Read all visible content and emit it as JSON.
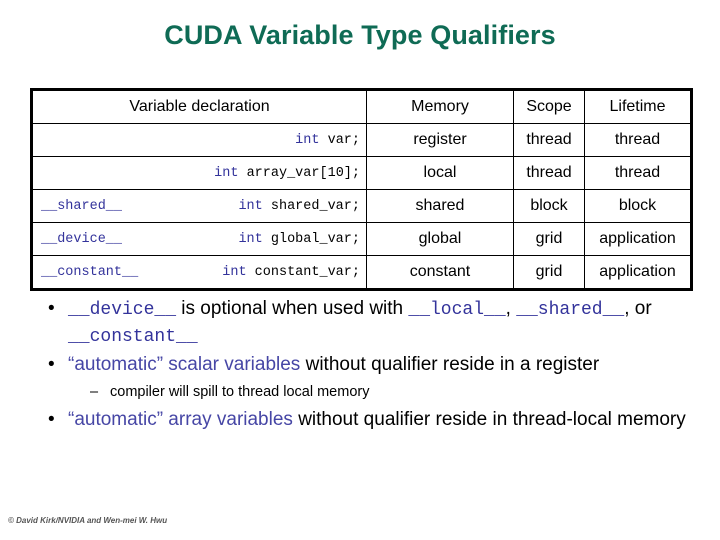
{
  "slide": {
    "title": "CUDA Variable Type Qualifiers",
    "footer": "© David Kirk/NVIDIA and Wen-mei W. Hwu"
  },
  "table": {
    "headers": {
      "declaration": "Variable declaration",
      "memory": "Memory",
      "scope": "Scope",
      "lifetime": "Lifetime"
    },
    "rows": [
      {
        "qualifier": "",
        "keyword": "int",
        "declaration": "var;",
        "memory": "register",
        "scope": "thread",
        "lifetime": "thread"
      },
      {
        "qualifier": "",
        "keyword": "int",
        "declaration": "array_var[10];",
        "memory": "local",
        "scope": "thread",
        "lifetime": "thread"
      },
      {
        "qualifier": "__shared__",
        "keyword": "int",
        "declaration": "shared_var;",
        "memory": "shared",
        "scope": "block",
        "lifetime": "block"
      },
      {
        "qualifier": "__device__",
        "keyword": "int",
        "declaration": "global_var;",
        "memory": "global",
        "scope": "grid",
        "lifetime": "application"
      },
      {
        "qualifier": "__constant__",
        "keyword": "int",
        "declaration": "constant_var;",
        "memory": "constant",
        "scope": "grid",
        "lifetime": "application"
      }
    ]
  },
  "bullets": {
    "b1": {
      "marker": "•",
      "code1": "__device__",
      "text1": " is optional when used with ",
      "code2": "__local__",
      "text2": ", ",
      "code3": "__shared__",
      "text3": ", or ",
      "code4": "__constant__"
    },
    "b2": {
      "marker": "•",
      "highlight": "“automatic” scalar variables",
      "rest": " without qualifier reside in a register"
    },
    "b3": {
      "marker": "–",
      "text": "compiler will spill to thread local memory"
    },
    "b4": {
      "marker": "•",
      "highlight": "“automatic” array variables",
      "rest": " without qualifier reside in thread-local memory"
    }
  },
  "colors": {
    "title_green": "#0F6B55",
    "keyword_blue": "#33339B",
    "highlight_blue": "#4646A5"
  }
}
